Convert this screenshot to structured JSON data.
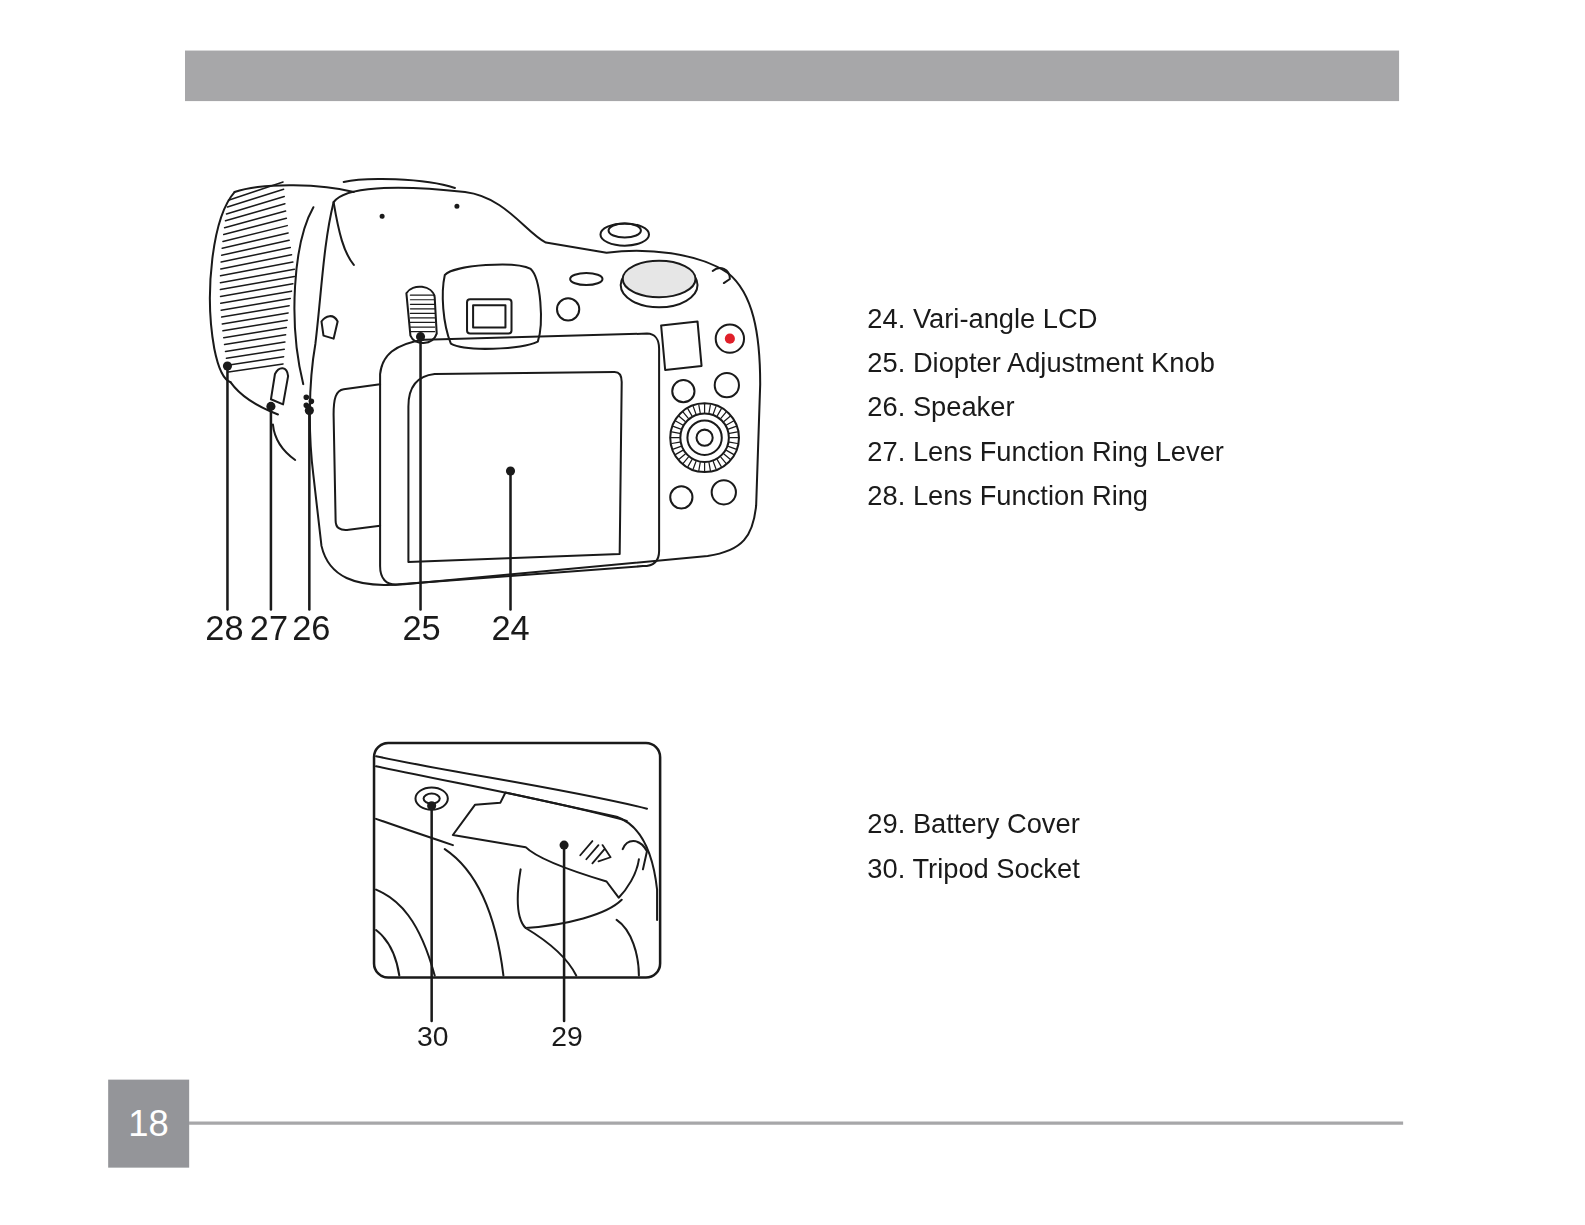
{
  "diagram": {
    "nodes": [
      {
        "text": [
          "18"
        ]
      }
    ],
    "labels": [
      "28",
      "27",
      "26",
      "25",
      "24",
      "24. Vari-angle LCD",
      "25. Diopter Adjustment Knob",
      "26. Speaker",
      "27. Lens Function Ring Lever",
      "28. Lens Function Ring",
      "30",
      "29",
      "29. Battery Cover",
      "30. Tripod Socket"
    ]
  }
}
